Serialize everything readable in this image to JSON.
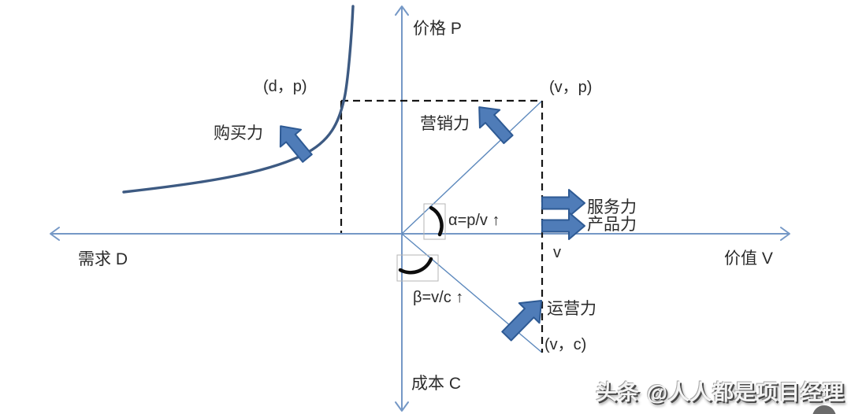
{
  "diagram": {
    "axis_labels": {
      "price": "价格 P",
      "cost": "成本 C",
      "demand": "需求 D",
      "value": "价值 V"
    },
    "point_labels": {
      "dp": "(d，p)",
      "vp": "(v，p)",
      "vc": "(v，c)",
      "v_tick": "v"
    },
    "force_labels": {
      "buying_power": "购买力",
      "marketing_power": "营销力",
      "service_power": "服务力",
      "product_power": "产品力",
      "operation_power": "运营力"
    },
    "angle_labels": {
      "alpha": "α=p/v ↑",
      "beta": "β=v/c ↑"
    },
    "colors": {
      "axis": "#7598c6",
      "diagonal_line": "#5d89bd",
      "demand_curve": "#3d5a82",
      "arrow_fill": "#4f7cb8",
      "arrow_border": "#2e5a94",
      "dashed_line": "#161616",
      "text": "#2b2b2b"
    }
  },
  "watermark": {
    "text": "头条 @人人都是项目经理"
  }
}
